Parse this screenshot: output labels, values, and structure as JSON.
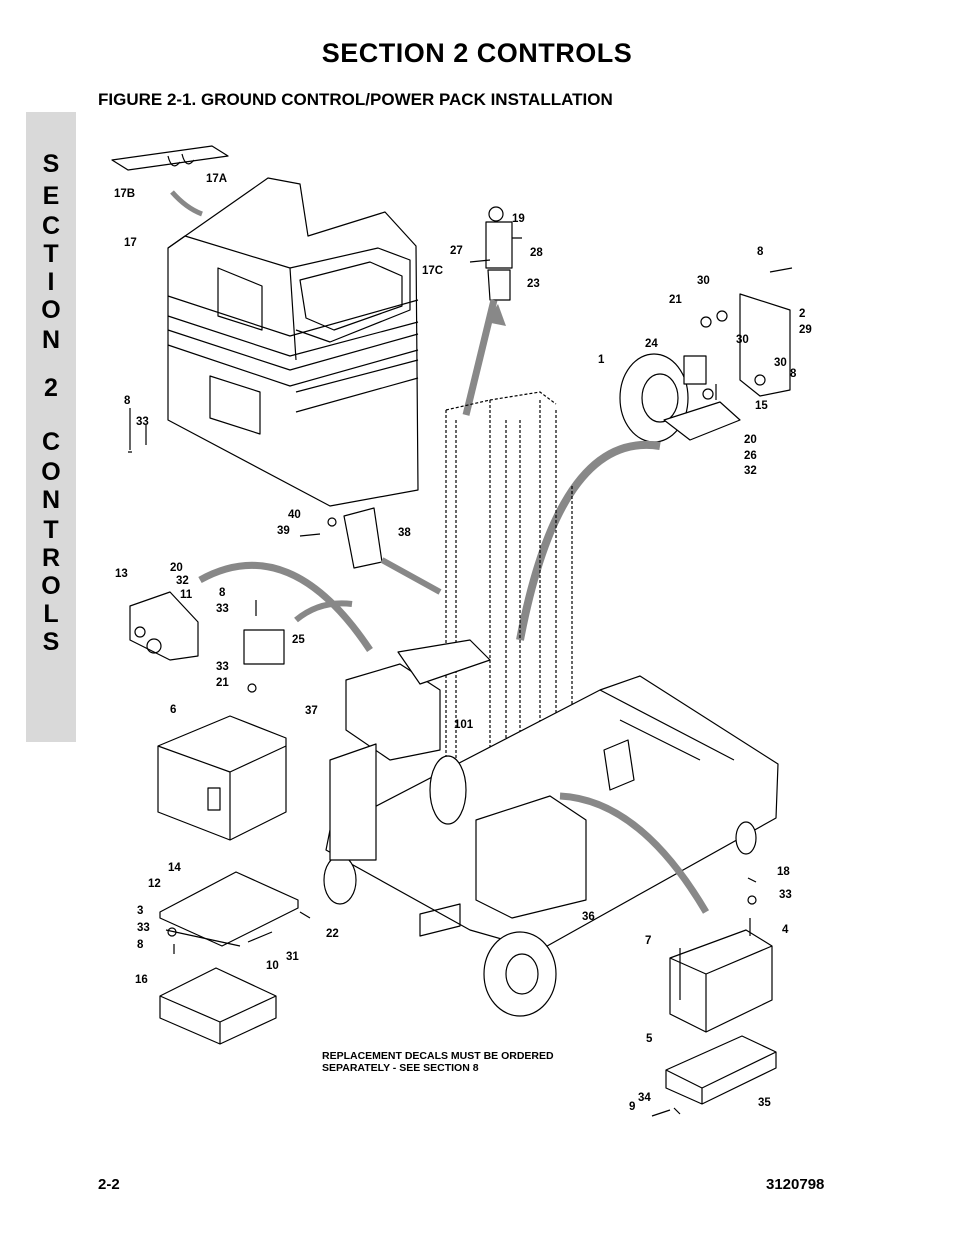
{
  "page": {
    "heading": "SECTION 2  CONTROLS",
    "figure_title": "FIGURE 2-1.    GROUND CONTROL/POWER PACK INSTALLATION",
    "side_tab_letters": [
      "S",
      "E",
      "C",
      "T",
      "I",
      "O",
      "N",
      "2",
      "C",
      "O",
      "N",
      "T",
      "R",
      "O",
      "L",
      "S"
    ],
    "footer_left": "2-2",
    "footer_right": "3120798"
  },
  "diagram": {
    "note_lines": [
      "REPLACEMENT DECALS MUST BE ORDERED",
      "SEPARATELY - SEE SECTION 8"
    ],
    "callouts": [
      "17B",
      "17A",
      "17",
      "17C",
      "19",
      "27",
      "28",
      "23",
      "8",
      "30",
      "21",
      "2",
      "29",
      "24",
      "30",
      "1",
      "30",
      "8",
      "15",
      "20",
      "26",
      "32",
      "8",
      "33",
      "40",
      "39",
      "38",
      "13",
      "20",
      "32",
      "11",
      "8",
      "33",
      "25",
      "33",
      "21",
      "6",
      "37",
      "101",
      "14",
      "12",
      "3",
      "33",
      "8",
      "10",
      "31",
      "22",
      "36",
      "16",
      "18",
      "33",
      "4",
      "7",
      "5",
      "34",
      "9",
      "35"
    ]
  }
}
